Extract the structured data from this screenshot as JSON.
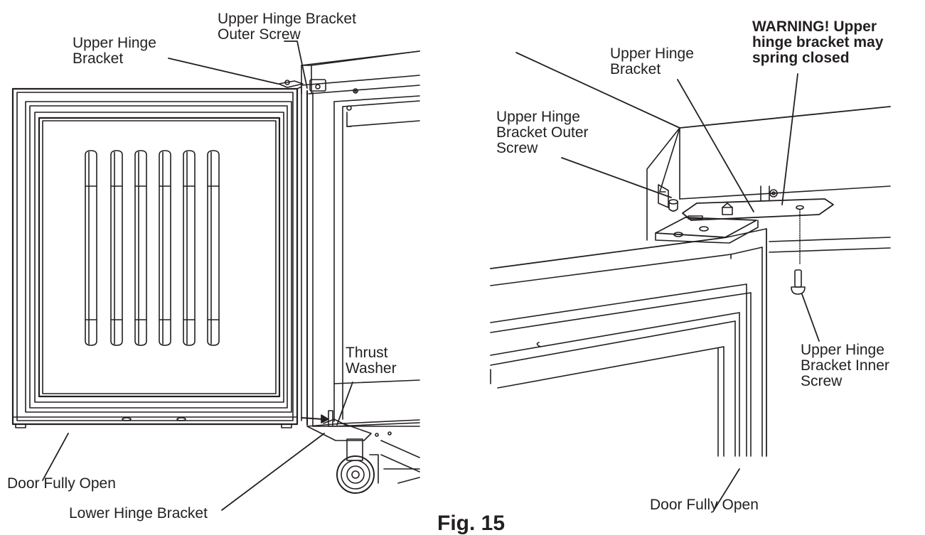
{
  "left_panel": {
    "labels": {
      "upper_hinge_bracket": [
        "Upper Hinge",
        "Bracket"
      ],
      "upper_hinge_bracket_outer_screw": [
        "Upper Hinge Bracket",
        "Outer Screw"
      ],
      "thrust_washer": [
        "Thrust",
        "Washer"
      ],
      "door_fully_open": "Door Fully Open",
      "lower_hinge_bracket": "Lower Hinge Bracket"
    }
  },
  "right_panel": {
    "labels": {
      "upper_hinge_bracket": [
        "Upper Hinge",
        "Bracket"
      ],
      "warning": [
        "WARNING! Upper",
        "hinge bracket may",
        "spring closed"
      ],
      "upper_hinge_bracket_outer_screw": [
        "Upper Hinge",
        "Bracket Outer",
        "Screw"
      ],
      "upper_hinge_bracket_inner_screw": [
        "Upper Hinge",
        "Bracket Inner",
        "Screw"
      ],
      "door_fully_open": "Door Fully Open"
    }
  },
  "figure_caption": "Fig. 15",
  "colors": {
    "line": "#231f20",
    "background": "#ffffff"
  }
}
